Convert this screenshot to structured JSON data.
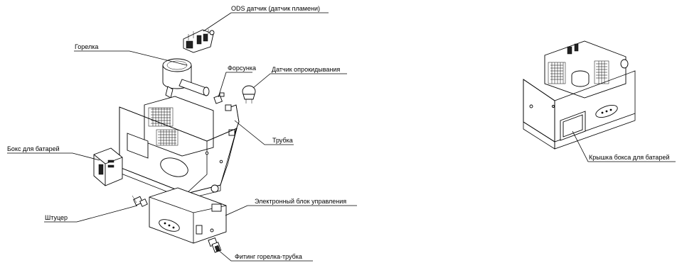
{
  "labels": {
    "ods": "ODS датчик (датчик пламени)",
    "burner": "Горелка",
    "nozzle": "Форсунка",
    "tilt_sensor": "Датчик опрокидывания",
    "tube": "Трубка",
    "battery_box": "Бокс для батарей",
    "fitting": "Штуцер",
    "control_unit": "Электронный блок управления",
    "burner_tube_fitting": "Фитинг горелка-трубка",
    "battery_box_cover": "Крышка бокса для батарей"
  }
}
